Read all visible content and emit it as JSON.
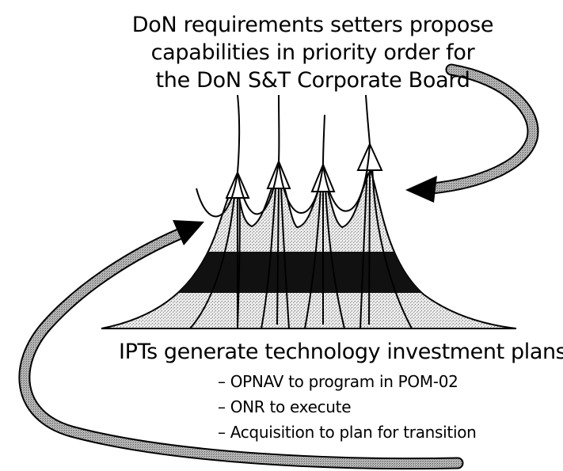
{
  "top_caption": {
    "lines": [
      "DoN requirements setters propose",
      "capabilities in priority order for",
      "the DoN S&T Corporate Board"
    ]
  },
  "bottom_heading": "IPTs generate technology investment plans for:",
  "bullets": [
    {
      "dash": "–",
      "text": "OPNAV to program in POM-02"
    },
    {
      "dash": "–",
      "text": "ONR to execute"
    },
    {
      "dash": "–",
      "text": "Acquisition to plan for transition"
    }
  ],
  "colors": {
    "ink": "#000000",
    "light_fill": "#dcdcdc",
    "dark_band": "#111111",
    "arrow_stipple": "#9a9a9a"
  }
}
